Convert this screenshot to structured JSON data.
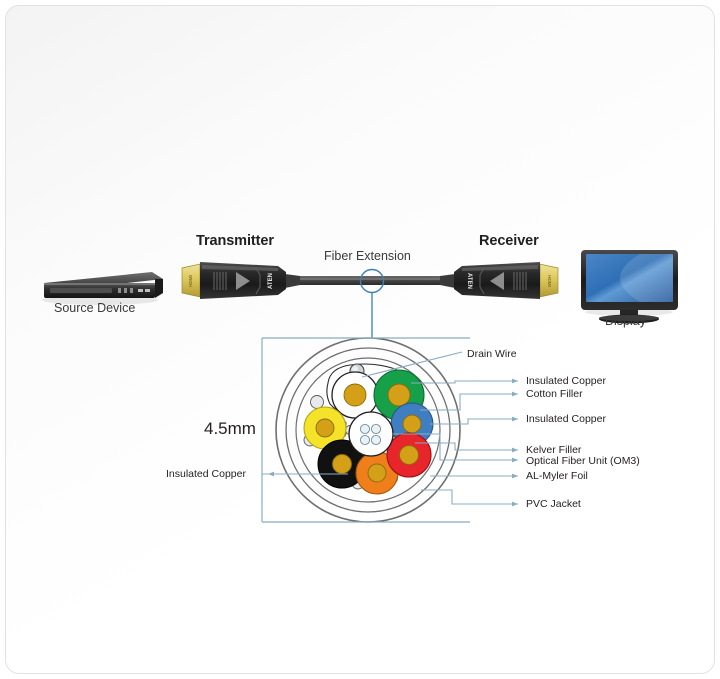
{
  "diagram": {
    "title_transmitter": "Transmitter",
    "title_receiver": "Receiver",
    "title_fiber_extension": "Fiber Extension",
    "label_source_device": "Source Device",
    "label_display": "Display",
    "dimension": "4.5mm",
    "connector_brand": "ATEN",
    "connector_port": "HDMI"
  },
  "callouts": {
    "drain_wire": "Drain Wire",
    "insulated_copper_1": "Insulated Copper",
    "cotton_filler": "Cotton Filler",
    "insulated_copper_2": "Insulated Copper",
    "kelver_filler": "Kelver Filler",
    "optical_fiber_unit": "Optical Fiber Unit (OM3)",
    "al_myler_foil": "AL-Myler  Foil",
    "pvc_jacket": "PVC Jacket",
    "insulated_copper_left": "Insulated Copper"
  },
  "colors": {
    "leader_line": "#8aacc0",
    "ring_outline": "#58595b",
    "text": "#231f20",
    "cable_body": "#4c4c4c",
    "connector_gold": "#d8c558",
    "conductor_green": "#17a04a",
    "conductor_blue": "#3f7fc1",
    "conductor_red": "#e8252a",
    "conductor_orange": "#ef7f1a",
    "conductor_yellow": "#f5e32a",
    "conductor_black": "#111111",
    "conductor_white": "#ffffff",
    "copper_core": "#d4a017",
    "filler_grey": "#d9dde0",
    "screen_blue": "#2f6fb5"
  },
  "conductors": [
    {
      "name": "white-conductor",
      "color": "#ffffff"
    },
    {
      "name": "green-conductor",
      "color": "#17a04a"
    },
    {
      "name": "yellow-conductor",
      "color": "#f5e32a"
    },
    {
      "name": "blue-conductor",
      "color": "#3f7fc1"
    },
    {
      "name": "black-conductor",
      "color": "#111111"
    },
    {
      "name": "orange-conductor",
      "color": "#ef7f1a"
    },
    {
      "name": "red-conductor",
      "color": "#e8252a"
    }
  ]
}
